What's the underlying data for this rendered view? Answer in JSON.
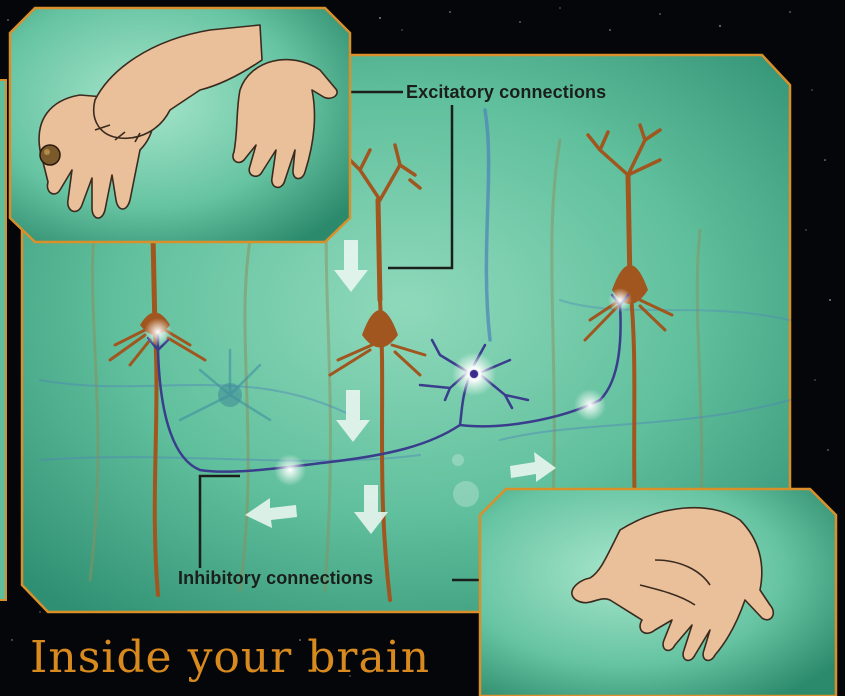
{
  "title": "Inside your brain",
  "labels": {
    "excitatory": "Excitatory connections",
    "inhibitory": "Inhibitory connections"
  },
  "colors": {
    "panel_fill": "#5fbf9c",
    "panel_border": "#d9902a",
    "neuron": "#a0561e",
    "axon": "#3a3c8c",
    "title": "#d98a1e",
    "arrow": "#e8f6ef",
    "skin": "#e9c09a",
    "background": "#05060a"
  },
  "icons": [
    "hand-with-object-icon",
    "open-hand-icon",
    "excitatory-neuron-icon",
    "inhibitory-interneuron-icon",
    "arrow-icon"
  ]
}
